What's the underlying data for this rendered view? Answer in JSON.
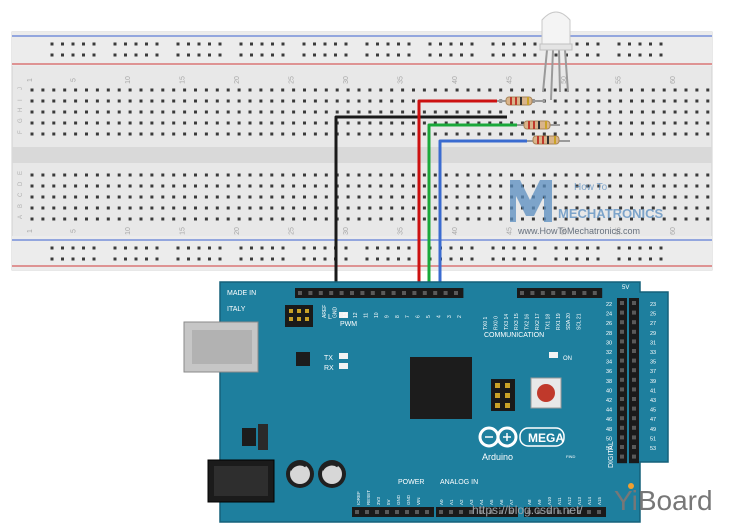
{
  "breadboard": {
    "column_numbers": [
      "1",
      "5",
      "10",
      "15",
      "20",
      "25",
      "30",
      "35",
      "40",
      "45",
      "50",
      "55",
      "60"
    ],
    "rows_top": [
      "J",
      "I",
      "H",
      "G",
      "F"
    ],
    "rows_bottom": [
      "E",
      "D",
      "C",
      "B",
      "A"
    ]
  },
  "watermark": {
    "brand_line1": "How To",
    "brand_line2": "MECHATRONICS",
    "url": "www.HowToMechatronics.com"
  },
  "board": {
    "made_in": "MADE IN",
    "italy": "ITALY",
    "pwm": "PWM",
    "communication": "COMMUNICATION",
    "l": "L",
    "tx": "TX",
    "rx": "RX",
    "on": "ON",
    "mega": "MEGA",
    "arduino": "Arduino",
    "power": "POWER",
    "analog_in": "ANALOG IN",
    "digital": "DIGITAL",
    "aref": "AREF",
    "gnd": "GND",
    "comm_pins": [
      "TX0 1",
      "RX0 0",
      "TX3 14",
      "RX3 15",
      "TX2 16",
      "RX2 17",
      "TX1 18",
      "RX1 19",
      "SDA 20",
      "SCL 21"
    ],
    "pwm_pins": [
      "13",
      "12",
      "11",
      "10",
      "9",
      "8",
      "7",
      "6",
      "5",
      "4",
      "3",
      "2"
    ],
    "digital_pins_left": [
      "22",
      "24",
      "26",
      "28",
      "30",
      "32",
      "34",
      "36",
      "38",
      "40",
      "42",
      "44",
      "46",
      "48",
      "50",
      "52"
    ],
    "digital_pins_right": [
      "23",
      "25",
      "27",
      "29",
      "31",
      "33",
      "35",
      "37",
      "39",
      "41",
      "43",
      "45",
      "47",
      "49",
      "51",
      "53"
    ],
    "power_pins": [
      "IOREF",
      "RESET",
      "3V3",
      "5V",
      "GND",
      "GND",
      "VIN"
    ],
    "analog_pins": [
      "A0",
      "A1",
      "A2",
      "A3",
      "A4",
      "A5",
      "A6",
      "A7",
      "A8",
      "A9",
      "A10",
      "A11",
      "A12",
      "A13",
      "A14",
      "A15"
    ],
    "v5": "5V",
    "fine_text": "FIND"
  },
  "footer": {
    "url": "https://blog.csdn.net/",
    "logo": "YiBoard"
  },
  "colors": {
    "board": "#1e7f9e",
    "board_dark": "#15617a",
    "wire_black": "#1a1a1a",
    "wire_red": "#cc1111",
    "wire_green": "#1aa83a",
    "wire_blue": "#3a6bd0",
    "rail_red": "#d03a3a",
    "rail_blue": "#3a5fd0"
  }
}
